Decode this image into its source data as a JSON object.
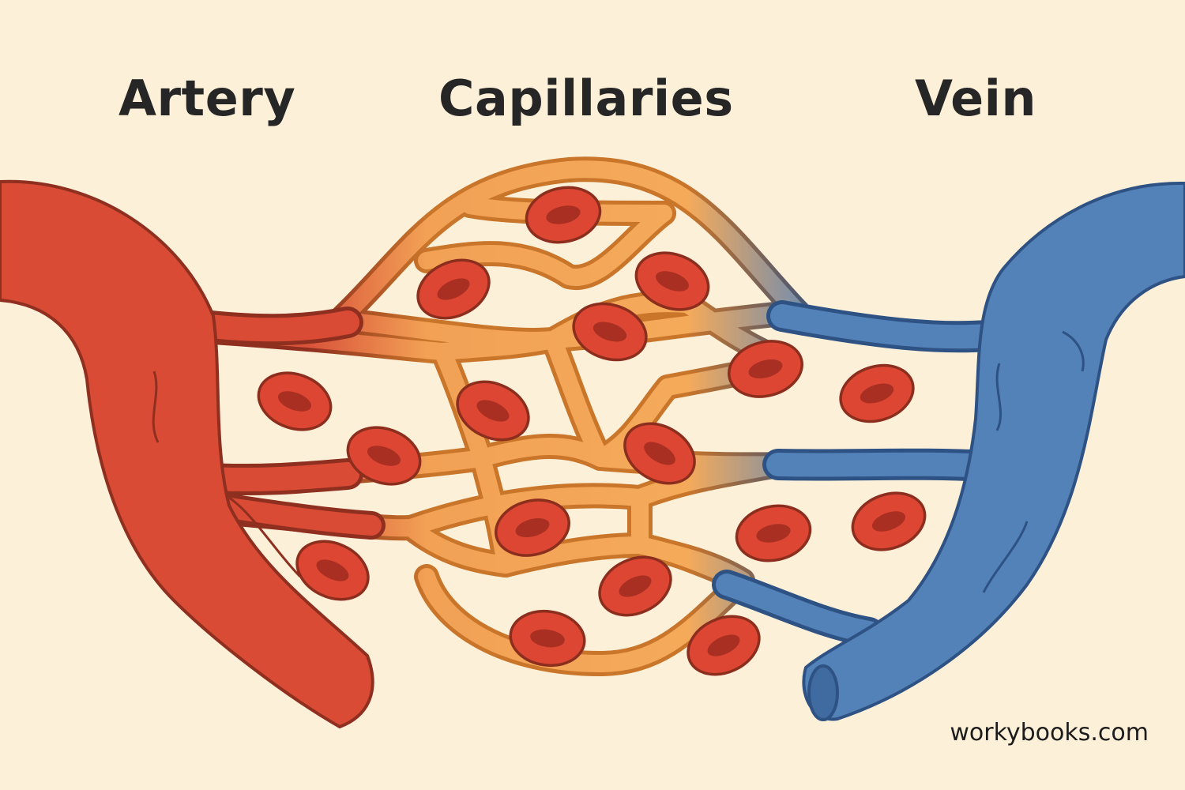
{
  "labels": {
    "artery": "Artery",
    "capillaries": "Capillaries",
    "vein": "Vein"
  },
  "credit": "workybooks.com",
  "colors": {
    "background": "#fdf0d8",
    "artery": "#d94b35",
    "capillary": "#f4a557",
    "vein": "#5382b9",
    "red_blood_cell": "#dc4633",
    "outline": "#8c2e1e"
  }
}
